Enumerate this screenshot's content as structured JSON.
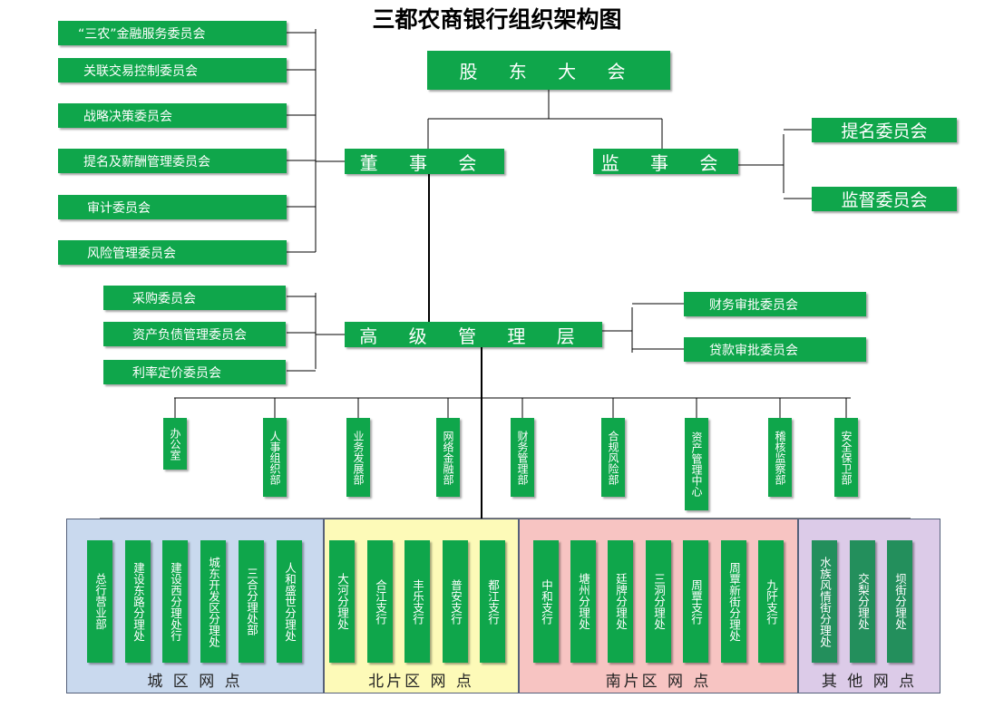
{
  "title": "三都农商银行组织架构图",
  "top": {
    "shareholders": "股 东 大 会",
    "board": "董 事 会",
    "supervisors": "监 事 会",
    "management": "高 级 管 理 层"
  },
  "board_committees": [
    "“三农”金融服务委员会",
    "关联交易控制委员会",
    "战略决策委员会",
    "提名及薪酬管理委员会",
    "审计委员会",
    "风险管理委员会"
  ],
  "supervisor_committees": [
    "提名委员会",
    "监督委员会"
  ],
  "mgmt_left_committees": [
    "采购委员会",
    "资产负债管理委员会",
    "利率定价委员会"
  ],
  "mgmt_right_committees": [
    "财务审批委员会",
    "贷款审批委员会"
  ],
  "departments": [
    "办公室",
    "人事组织部",
    "业务发展部",
    "网络金融部",
    "财务管理部",
    "合规风险部",
    "资产管理中心",
    "稽核监察部",
    "安全保卫部"
  ],
  "regions": [
    {
      "label": "城 区 网 点",
      "color": "#c9d9ee",
      "branches": [
        "总行营业部",
        "建设东路分理处",
        "建设西分理处行",
        "城东开发区分理处",
        "三合分理处部",
        "人和盛世分理处"
      ]
    },
    {
      "label": "北片区 网 点",
      "color": "#fdfab8",
      "branches": [
        "大河分理处",
        "合江支行",
        "丰乐支行",
        "普安支行",
        "都江支行"
      ]
    },
    {
      "label": "南片区 网 点",
      "color": "#f7c4c2",
      "branches": [
        "中和支行",
        "塘州分理处",
        "廷牌分理处",
        "三洞分理处",
        "周覃支行",
        "周覃新街分理处",
        "九阡支行"
      ]
    },
    {
      "label": "其 他 网 点",
      "color": "#dccbe8",
      "branches": [
        "水族风情街分理处",
        "交梨分理处",
        "坝街分理处"
      ]
    }
  ]
}
